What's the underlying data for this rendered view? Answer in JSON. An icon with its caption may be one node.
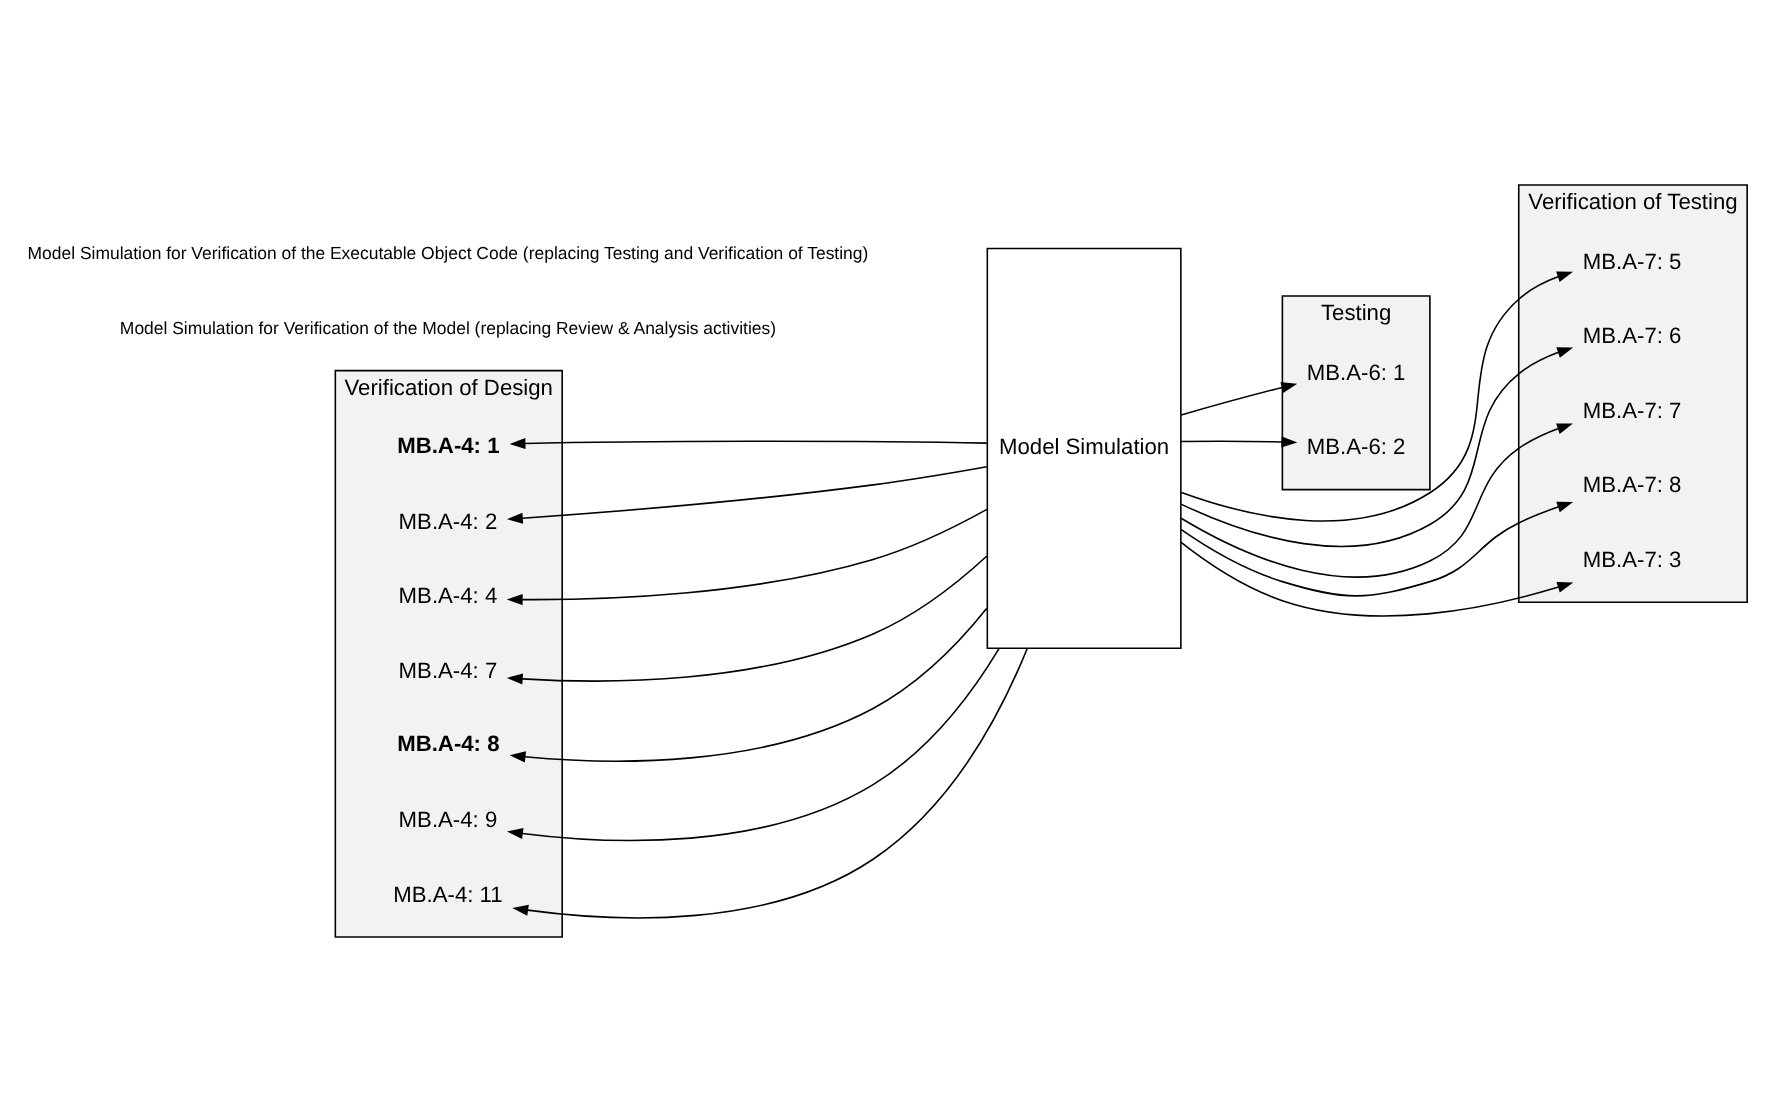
{
  "diagram": {
    "nodes": [
      {
        "text": [
          "Verification of Design"
        ]
      },
      {
        "text": [
          "**MB.A-4: 1**"
        ],
        "in": 0
      },
      {
        "text": [
          "MB.A-4: 2"
        ],
        "in": 0
      },
      {
        "text": [
          "MB.A-4: 4"
        ],
        "in": 0
      },
      {
        "text": [
          "MB.A-4: 7"
        ],
        "in": 0
      },
      {
        "text": [
          "**MB.A-4: 8**"
        ],
        "in": 0
      },
      {
        "text": [
          "MB.A-4: 9"
        ],
        "in": 0
      },
      {
        "text": [
          "MB.A-4: 11"
        ],
        "in": 0
      },
      {
        "text": [
          "Model Simulation"
        ]
      },
      {
        "text": [
          "Testing"
        ]
      },
      {
        "text": [
          "MB.A-6: 1"
        ],
        "in": 9
      },
      {
        "text": [
          "MB.A-6: 2"
        ],
        "in": 9
      },
      {
        "text": [
          "Verification of Testing"
        ]
      },
      {
        "text": [
          "MB.A-7: 3"
        ],
        "in": 12
      },
      {
        "text": [
          "MB.A-7: 5"
        ],
        "in": 12
      },
      {
        "text": [
          "MB.A-7: 6"
        ],
        "in": 12
      },
      {
        "text": [
          "MB.A-7: 7"
        ],
        "in": 12
      },
      {
        "text": [
          "MB.A-7: 8"
        ],
        "in": 12
      }
    ],
    "edges": [
      {
        "from": 8,
        "to": 1,
        "arrow": "to"
      },
      {
        "from": 8,
        "to": 2,
        "arrow": "to"
      },
      {
        "from": 8,
        "to": 3,
        "arrow": "to"
      },
      {
        "from": 8,
        "to": 4,
        "arrow": "to"
      },
      {
        "from": 8,
        "to": 5,
        "arrow": "to"
      },
      {
        "from": 8,
        "to": 6,
        "arrow": "to"
      },
      {
        "from": 8,
        "to": 7,
        "arrow": "to"
      },
      {
        "from": 8,
        "to": 10,
        "arrow": "to"
      },
      {
        "from": 8,
        "to": 11,
        "arrow": "to"
      },
      {
        "from": 8,
        "to": 13,
        "arrow": "to"
      },
      {
        "from": 8,
        "to": 14,
        "arrow": "to"
      },
      {
        "from": 8,
        "to": 15,
        "arrow": "to"
      },
      {
        "from": 8,
        "to": 16,
        "arrow": "to"
      },
      {
        "from": 8,
        "to": 17,
        "arrow": "to"
      }
    ],
    "labels": [
      "Model Simulation for Verification of the Model (replacing Review & Analysis activities)",
      "Model Simulation for Verification of the Executable Object Code (replacing Testing and Verification of Testing)"
    ]
  }
}
